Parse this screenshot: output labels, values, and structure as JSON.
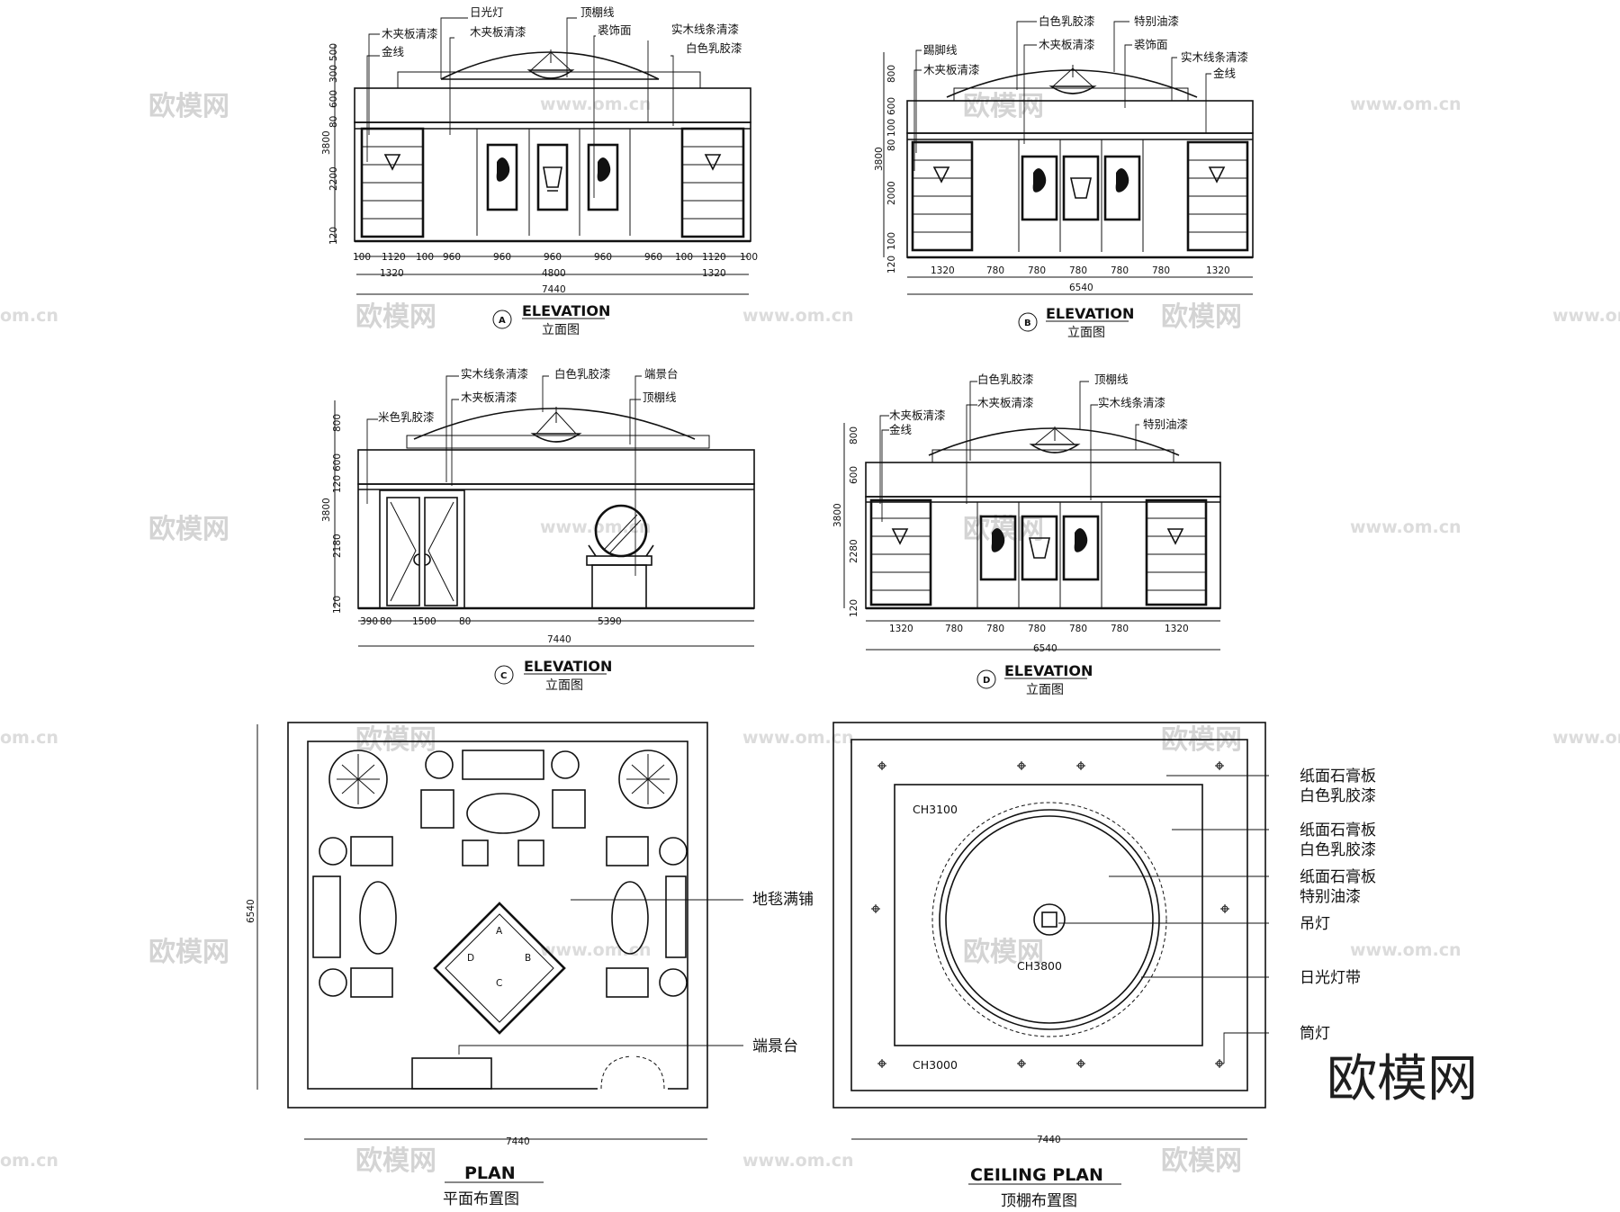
{
  "watermark": {
    "brand": "欧模网",
    "url": "www.om.cn",
    "url_short": "om.cn"
  },
  "elevation_a": {
    "title_en": "ELEVATION",
    "title_cn": "立面图",
    "marker": "A",
    "labels": [
      "日光灯",
      "木夹板清漆",
      "顶棚线",
      "裘饰面",
      "实木线条清漆",
      "白色乳胶漆",
      "木夹板清漆",
      "金线"
    ],
    "dims_v": [
      "500",
      "300",
      "600",
      "80",
      "2200",
      "120",
      "3800"
    ],
    "dims_h1": [
      "100",
      "1120",
      "100",
      "960",
      "960",
      "960",
      "960",
      "960",
      "100",
      "1120",
      "100"
    ],
    "dims_h2": [
      "1320",
      "4800",
      "1320"
    ],
    "dim_total": "7440"
  },
  "elevation_b": {
    "title_en": "ELEVATION",
    "title_cn": "立面图",
    "marker": "B",
    "labels": [
      "白色乳胶漆",
      "特别油漆",
      "木夹板清漆",
      "裘饰面",
      "踢脚线",
      "木夹板清漆",
      "实木线条清漆",
      "金线"
    ],
    "dims_v": [
      "800",
      "600",
      "100",
      "80",
      "2000",
      "100",
      "120",
      "3800"
    ],
    "dims_h1": [
      "1320",
      "780",
      "780",
      "780",
      "780",
      "780",
      "1320"
    ],
    "dim_total": "6540"
  },
  "elevation_c": {
    "title_en": "ELEVATION",
    "title_cn": "立面图",
    "marker": "C",
    "labels": [
      "实木线条清漆",
      "白色乳胶漆",
      "端景台",
      "木夹板清漆",
      "顶棚线",
      "米色乳胶漆"
    ],
    "dims_v": [
      "800",
      "600",
      "120",
      "2180",
      "120",
      "3800"
    ],
    "dims_h1": [
      "390",
      "80",
      "1500",
      "80",
      "5390"
    ],
    "dim_total": "7440"
  },
  "elevation_d": {
    "title_en": "ELEVATION",
    "title_cn": "立面图",
    "marker": "D",
    "labels": [
      "白色乳胶漆",
      "顶棚线",
      "木夹板清漆",
      "木夹板清漆",
      "实木线条清漆",
      "金线",
      "特别油漆"
    ],
    "dims_v": [
      "800",
      "600",
      "2280",
      "120",
      "3800"
    ],
    "dims_h1": [
      "1320",
      "780",
      "780",
      "780",
      "780",
      "780",
      "1320"
    ],
    "dim_total": "6540"
  },
  "plan": {
    "title_en": "PLAN",
    "title_cn": "平面布置图",
    "labels": [
      "地毯满铺",
      "端景台"
    ],
    "dim_h": "7440",
    "dim_v": "6540",
    "compass": [
      "A",
      "B",
      "C",
      "D"
    ]
  },
  "ceiling": {
    "title_en": "CEILING PLAN",
    "title_cn": "顶棚布置图",
    "labels": [
      "纸面石膏板",
      "白色乳胶漆",
      "纸面石膏板",
      "白色乳胶漆",
      "纸面石膏板",
      "特别油漆",
      "吊灯",
      "日光灯带",
      "筒灯"
    ],
    "heights": [
      "CH3100",
      "CH3800",
      "CH3000"
    ],
    "dim_h": "7440"
  },
  "colors": {
    "ink": "#111111",
    "paper": "#ffffff",
    "watermark": "#d4d4d4"
  }
}
